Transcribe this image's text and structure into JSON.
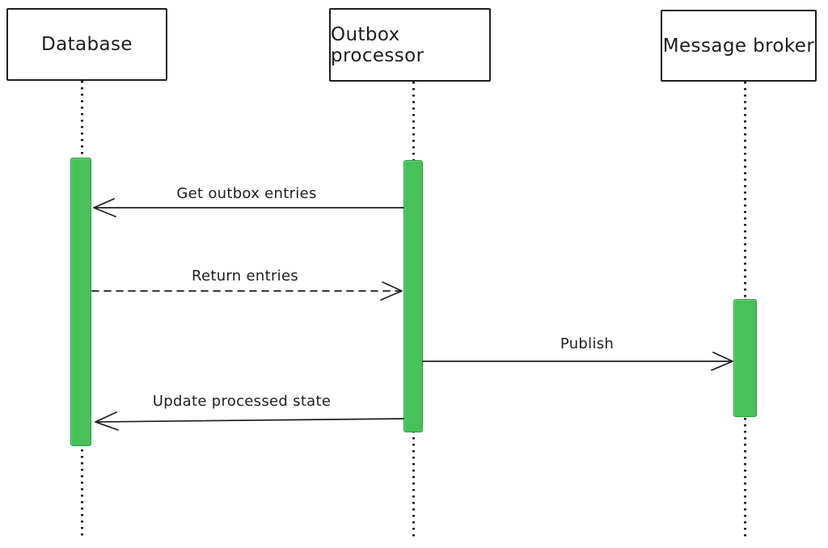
{
  "diagram": {
    "type": "sequence",
    "style": "hand-drawn",
    "actors": [
      {
        "id": "database",
        "label": "Database"
      },
      {
        "id": "outbox-processor",
        "label": "Outbox processor"
      },
      {
        "id": "message-broker",
        "label": "Message broker"
      }
    ],
    "messages": [
      {
        "label": "Get outbox entries",
        "from": "outbox-processor",
        "to": "database",
        "line": "solid",
        "direction": "left"
      },
      {
        "label": "Return entries",
        "from": "database",
        "to": "outbox-processor",
        "line": "dashed",
        "direction": "right"
      },
      {
        "label": "Publish",
        "from": "outbox-processor",
        "to": "message-broker",
        "line": "solid",
        "direction": "right"
      },
      {
        "label": "Update processed state",
        "from": "outbox-processor",
        "to": "database",
        "line": "solid",
        "direction": "left"
      }
    ],
    "activations": [
      {
        "actor": "database"
      },
      {
        "actor": "outbox-processor"
      },
      {
        "actor": "message-broker"
      }
    ]
  },
  "colors": {
    "background": "#ffffff",
    "line": "#1e1e1e",
    "activation_fill": "#47c15a",
    "activation_stroke": "#2f9e44"
  }
}
